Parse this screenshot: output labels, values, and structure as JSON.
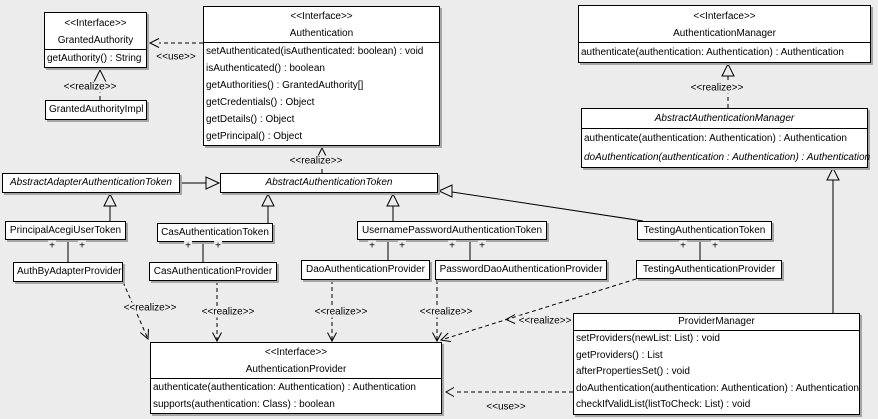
{
  "diagram": {
    "background_color": "#ececec",
    "box_fill": "#ffffff",
    "line_color": "#000000",
    "shadow_color": "#a6a6a6"
  },
  "classes": {
    "granted_authority": {
      "stereotype": "<<Interface>>",
      "name": "GrantedAuthority",
      "methods": [
        "getAuthority() : String"
      ]
    },
    "granted_authority_impl": {
      "name": "GrantedAuthorityImpl"
    },
    "authentication": {
      "stereotype": "<<Interface>>",
      "name": "Authentication",
      "methods": [
        "setAuthenticated(isAuthenticated: boolean) : void",
        "isAuthenticated() : boolean",
        "getAuthorities() : GrantedAuthority[]",
        "getCredentials() : Object",
        "getDetails() : Object",
        "getPrincipal() : Object"
      ]
    },
    "authentication_manager": {
      "stereotype": "<<Interface>>",
      "name": "AuthenticationManager",
      "methods": [
        "authenticate(authentication: Authentication) : Authentication"
      ]
    },
    "abstract_authentication_manager": {
      "name": "AbstractAuthenticationManager",
      "methods": [
        "authenticate(authentication: Authentication) : Authentication",
        "doAuthentication(authentication : Authentication) : Authentication"
      ]
    },
    "abstract_adapter_authentication_token": {
      "name": "AbstractAdapterAuthenticationToken"
    },
    "abstract_authentication_token": {
      "name": "AbstractAuthenticationToken"
    },
    "principal_acegi_user_token": {
      "name": "PrincipalAcegiUserToken"
    },
    "cas_authentication_token": {
      "name": "CasAuthenticationToken"
    },
    "username_password_authentication_token": {
      "name": "UsernamePasswordAuthenticationToken"
    },
    "testing_authentication_token": {
      "name": "TestingAuthenticationToken"
    },
    "auth_by_adapter_provider": {
      "name": "AuthByAdapterProvider"
    },
    "cas_authentication_provider": {
      "name": "CasAuthenticationProvider"
    },
    "dao_authentication_provider": {
      "name": "DaoAuthenticationProvider"
    },
    "password_dao_authentication_provider": {
      "name": "PasswordDaoAuthenticationProvider"
    },
    "testing_authentication_provider": {
      "name": "TestingAuthenticationProvider"
    },
    "authentication_provider": {
      "stereotype": "<<Interface>>",
      "name": "AuthenticationProvider",
      "methods": [
        "authenticate(authentication: Authentication) : Authentication",
        "supports(authentication: Class) : boolean"
      ]
    },
    "provider_manager": {
      "name": "ProviderManager",
      "methods": [
        "setProviders(newList: List) : void",
        "getProviders() : List",
        "afterPropertiesSet() : void",
        "doAuthentication(authentication: Authentication) : Authentication",
        "checkIfValidList(listToCheck: List) : void"
      ]
    }
  },
  "edges": [
    {
      "from": "Authentication",
      "to": "GrantedAuthority",
      "type": "use",
      "label": "<<use>>"
    },
    {
      "from": "GrantedAuthorityImpl",
      "to": "GrantedAuthority",
      "type": "realize",
      "label": "<<realize>>"
    },
    {
      "from": "AbstractAuthenticationToken",
      "to": "Authentication",
      "type": "realize",
      "label": "<<realize>>"
    },
    {
      "from": "AbstractAuthenticationManager",
      "to": "AuthenticationManager",
      "type": "realize",
      "label": "<<realize>>"
    },
    {
      "from": "AbstractAdapterAuthenticationToken",
      "to": "AbstractAuthenticationToken",
      "type": "generalization"
    },
    {
      "from": "PrincipalAcegiUserToken",
      "to": "AbstractAdapterAuthenticationToken",
      "type": "generalization"
    },
    {
      "from": "CasAuthenticationToken",
      "to": "AbstractAuthenticationToken",
      "type": "generalization"
    },
    {
      "from": "UsernamePasswordAuthenticationToken",
      "to": "AbstractAuthenticationToken",
      "type": "generalization"
    },
    {
      "from": "TestingAuthenticationToken",
      "to": "AbstractAuthenticationToken",
      "type": "generalization"
    },
    {
      "from": "ProviderManager",
      "to": "AbstractAuthenticationManager",
      "type": "generalization"
    },
    {
      "from": "PrincipalAcegiUserToken",
      "to": "AuthByAdapterProvider",
      "type": "association",
      "multiplicities": [
        "+",
        "+"
      ]
    },
    {
      "from": "CasAuthenticationToken",
      "to": "CasAuthenticationProvider",
      "type": "association",
      "multiplicities": [
        "+",
        "+"
      ]
    },
    {
      "from": "UsernamePasswordAuthenticationToken",
      "to": "DaoAuthenticationProvider",
      "type": "association",
      "multiplicities": [
        "+",
        "+"
      ]
    },
    {
      "from": "UsernamePasswordAuthenticationToken",
      "to": "PasswordDaoAuthenticationProvider",
      "type": "association",
      "multiplicities": [
        "+",
        "+"
      ]
    },
    {
      "from": "TestingAuthenticationToken",
      "to": "TestingAuthenticationProvider",
      "type": "association",
      "multiplicities": [
        "+",
        "+"
      ]
    },
    {
      "from": "AuthByAdapterProvider",
      "to": "AuthenticationProvider",
      "type": "realize",
      "label": "<<realize>>"
    },
    {
      "from": "CasAuthenticationProvider",
      "to": "AuthenticationProvider",
      "type": "realize",
      "label": "<<realize>>"
    },
    {
      "from": "DaoAuthenticationProvider",
      "to": "AuthenticationProvider",
      "type": "realize",
      "label": "<<realize>>"
    },
    {
      "from": "PasswordDaoAuthenticationProvider",
      "to": "AuthenticationProvider",
      "type": "realize",
      "label": "<<realize>>"
    },
    {
      "from": "TestingAuthenticationProvider",
      "to": "AuthenticationProvider",
      "type": "realize",
      "label": "<<realize>>"
    },
    {
      "from": "ProviderManager",
      "to": "AuthenticationProvider",
      "type": "use",
      "label": "<<use>>"
    }
  ]
}
